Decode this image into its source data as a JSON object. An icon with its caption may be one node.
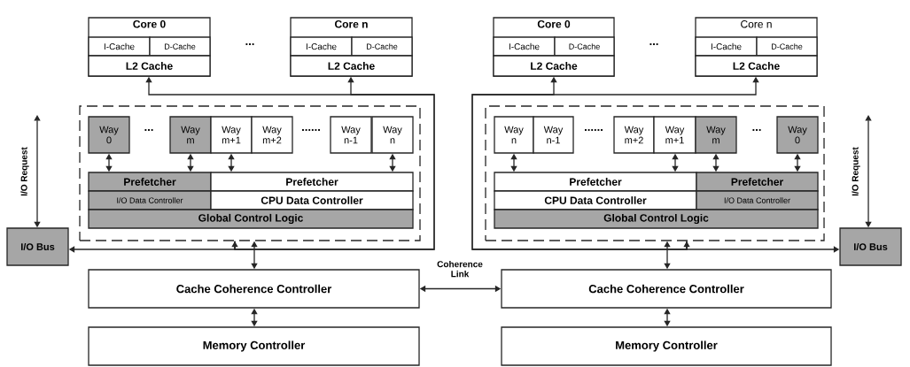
{
  "diagram": {
    "nodes": [
      {
        "text": [
          "Core 0"
        ]
      },
      {
        "text": [
          "I-Cache"
        ],
        "in": 0
      },
      {
        "text": [
          "D-Cache"
        ],
        "in": 0
      },
      {
        "text": [
          "L2 Cache"
        ],
        "in": 0
      },
      {
        "text": [
          "Core n"
        ]
      },
      {
        "text": [
          "I-Cache"
        ],
        "in": 4
      },
      {
        "text": [
          "D-Cache"
        ],
        "in": 4
      },
      {
        "text": [
          "L2 Cache"
        ],
        "in": 4
      },
      {
        "text": [
          "Core 0"
        ]
      },
      {
        "text": [
          "I-Cache"
        ],
        "in": 8
      },
      {
        "text": [
          "D-Cache"
        ],
        "in": 8
      },
      {
        "text": [
          "L2 Cache"
        ],
        "in": 8
      },
      {
        "text": [
          "Core n"
        ]
      },
      {
        "text": [
          "I-Cache"
        ],
        "in": 12
      },
      {
        "text": [
          "D-Cache"
        ],
        "in": 12
      },
      {
        "text": [
          "L2 Cache"
        ],
        "in": 12
      },
      {
        "text": [],
        "shape": "box"
      },
      {
        "text": [
          "Way 0"
        ],
        "in": 16
      },
      {
        "text": [
          "Way m"
        ],
        "in": 16
      },
      {
        "text": [
          "Way m+1"
        ],
        "in": 16
      },
      {
        "text": [
          "Way m+2"
        ],
        "in": 16
      },
      {
        "text": [
          "Way n-1"
        ],
        "in": 16
      },
      {
        "text": [
          "Way n"
        ],
        "in": 16
      },
      {
        "text": [
          "Prefetcher"
        ],
        "in": 16
      },
      {
        "text": [
          "Prefetcher"
        ],
        "in": 16
      },
      {
        "text": [
          "I/O Data Controller"
        ],
        "in": 16
      },
      {
        "text": [
          "CPU Data Controller"
        ],
        "in": 16
      },
      {
        "text": [
          "Global Control Logic"
        ],
        "in": 16
      },
      {
        "text": [],
        "shape": "box"
      },
      {
        "text": [
          "Way n"
        ],
        "in": 28
      },
      {
        "text": [
          "Way n-1"
        ],
        "in": 28
      },
      {
        "text": [
          "Way m+2"
        ],
        "in": 28
      },
      {
        "text": [
          "Way m+1"
        ],
        "in": 28
      },
      {
        "text": [
          "Way m"
        ],
        "in": 28
      },
      {
        "text": [
          "Way 0"
        ],
        "in": 28
      },
      {
        "text": [
          "Prefetcher"
        ],
        "in": 28
      },
      {
        "text": [
          "Prefetcher"
        ],
        "in": 28
      },
      {
        "text": [
          "CPU Data Controller"
        ],
        "in": 28
      },
      {
        "text": [
          "I/O Data Controller"
        ],
        "in": 28
      },
      {
        "text": [
          "Global Control Logic"
        ],
        "in": 28
      },
      {
        "text": [
          "I/O Bus"
        ]
      },
      {
        "text": [
          "I/O Bus"
        ]
      },
      {
        "text": [
          "Cache Coherence Controller"
        ]
      },
      {
        "text": [
          "Cache Coherence Controller"
        ]
      },
      {
        "text": [
          "Memory Controller"
        ]
      },
      {
        "text": [
          "Memory Controller"
        ]
      }
    ],
    "edges": [
      {
        "from": 17,
        "to": 23,
        "arrow": "both"
      },
      {
        "from": 18,
        "to": 23,
        "arrow": "both"
      },
      {
        "from": 19,
        "to": 24,
        "arrow": "both"
      },
      {
        "from": 22,
        "to": 24,
        "arrow": "both"
      },
      {
        "from": 29,
        "to": 35,
        "arrow": "both"
      },
      {
        "from": 32,
        "to": 35,
        "arrow": "both"
      },
      {
        "from": 33,
        "to": 36,
        "arrow": "both"
      },
      {
        "from": 34,
        "to": 36,
        "arrow": "both"
      },
      {
        "from": 16,
        "to": 3,
        "arrow": "to"
      },
      {
        "from": 16,
        "to": 7,
        "arrow": "to"
      },
      {
        "from": 28,
        "to": 11,
        "arrow": "to"
      },
      {
        "from": 28,
        "to": 15,
        "arrow": "to"
      },
      {
        "from": 40,
        "to": 16,
        "arrow": "both"
      },
      {
        "from": 41,
        "to": 28,
        "arrow": "both"
      },
      {
        "from": 16,
        "to": 42,
        "arrow": "both"
      },
      {
        "from": 28,
        "to": 43,
        "arrow": "both"
      },
      {
        "from": 42,
        "to": 44,
        "arrow": "both"
      },
      {
        "from": 43,
        "to": 45,
        "arrow": "both"
      },
      {
        "from": 42,
        "to": 43,
        "arrow": "both",
        "label": "Coherence Link"
      },
      {
        "from": null,
        "to": 40,
        "arrow": "both",
        "label": "I/O Request"
      },
      {
        "from": null,
        "to": 41,
        "arrow": "both",
        "label": "I/O Request"
      }
    ],
    "labels": [
      "...",
      "...",
      "...",
      "......",
      "......",
      "..."
    ]
  }
}
